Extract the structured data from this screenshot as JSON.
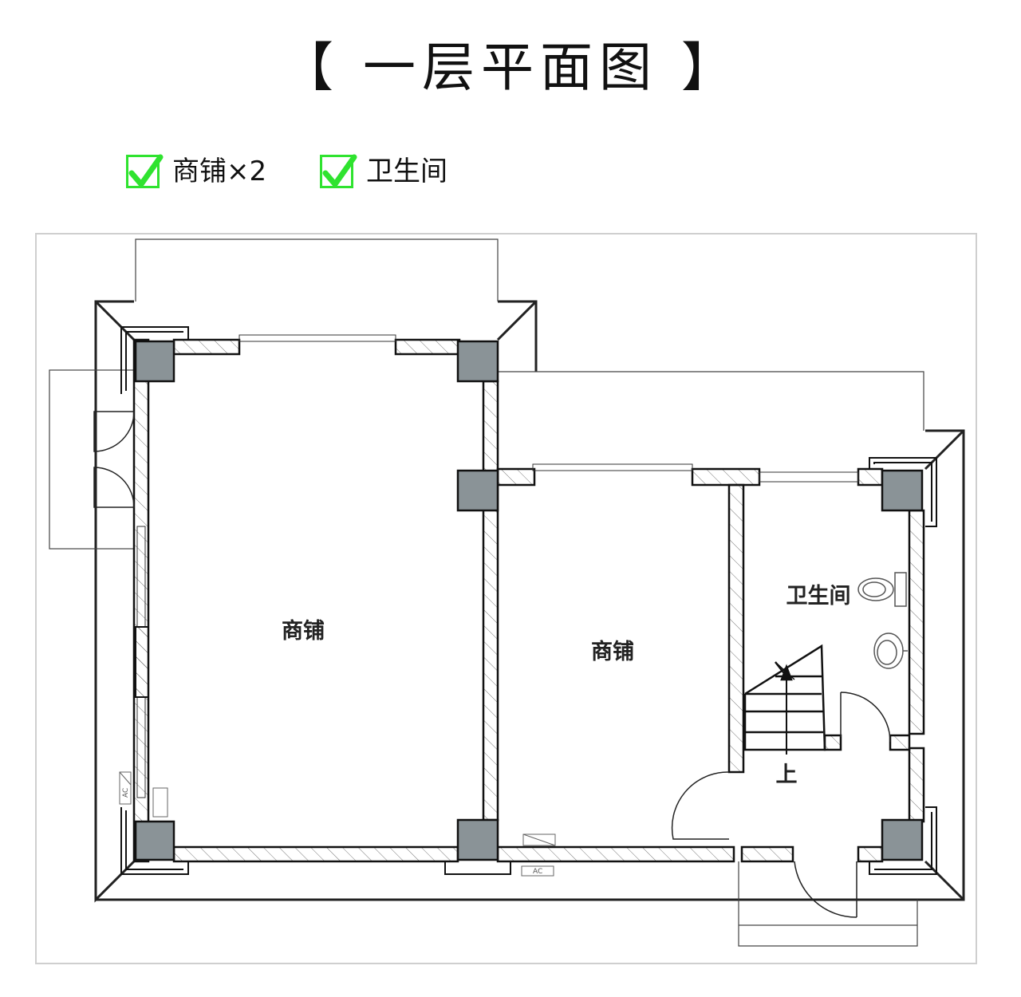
{
  "title": "【 一层平面图 】",
  "legend": [
    {
      "label": "商铺×2",
      "checked": true
    },
    {
      "label": "卫生间",
      "checked": true
    }
  ],
  "rooms": {
    "shop_left": "商铺",
    "shop_right": "商铺",
    "restroom": "卫生间"
  },
  "stair_label": "上",
  "ac_labels": [
    "AC",
    "AC"
  ],
  "colors": {
    "check_green": "#2fe32f",
    "column_gray": "#8a9397",
    "wall": "#111111",
    "frame": "#cfcfcf"
  }
}
